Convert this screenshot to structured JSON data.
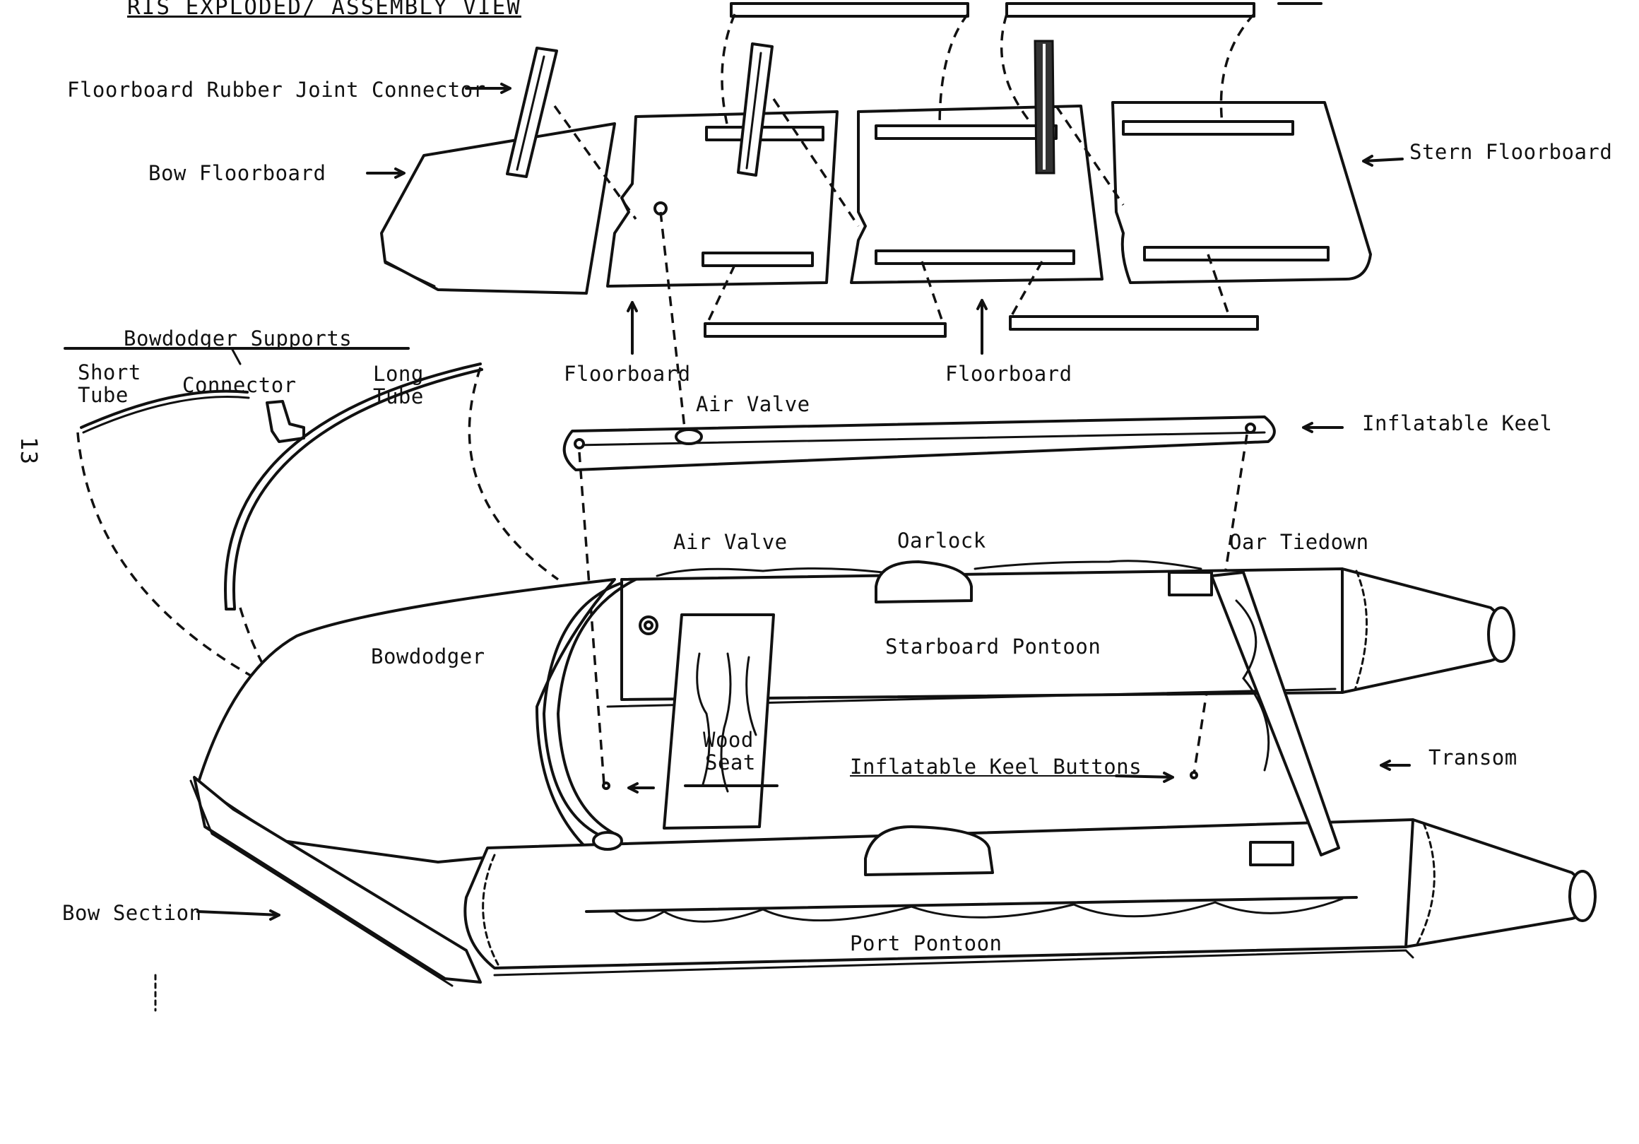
{
  "diagram": {
    "title": "RIS EXPLODED/ ASSEMBLY VIEW",
    "page_number": "13",
    "labels": {
      "floorboard_rubber_joint_connector": "Floorboard Rubber Joint Connector",
      "bow_floorboard": "Bow Floorboard",
      "stern_floorboard": "Stern Floorboard",
      "bowdodger_supports": "Bowdodger Supports",
      "short_tube_1": "Short",
      "short_tube_2": "Tube",
      "connector": "Connector",
      "long_tube_1": "Long",
      "long_tube_2": "Tube",
      "floorboard_left": "Floorboard",
      "floorboard_right": "Floorboard",
      "air_valve_keel": "Air Valve",
      "inflatable_keel": "Inflatable Keel",
      "air_valve_pontoon": "Air Valve",
      "oarlock": "Oarlock",
      "oar_tiedown": "Oar Tiedown",
      "bowdodger": "Bowdodger",
      "starboard_pontoon": "Starboard Pontoon",
      "wood_seat_1": "Wood",
      "wood_seat_2": "Seat",
      "inflatable_keel_buttons": "Inflatable Keel Buttons",
      "transom": "Transom",
      "bow_section": "Bow Section",
      "port_pontoon": "Port Pontoon"
    }
  }
}
